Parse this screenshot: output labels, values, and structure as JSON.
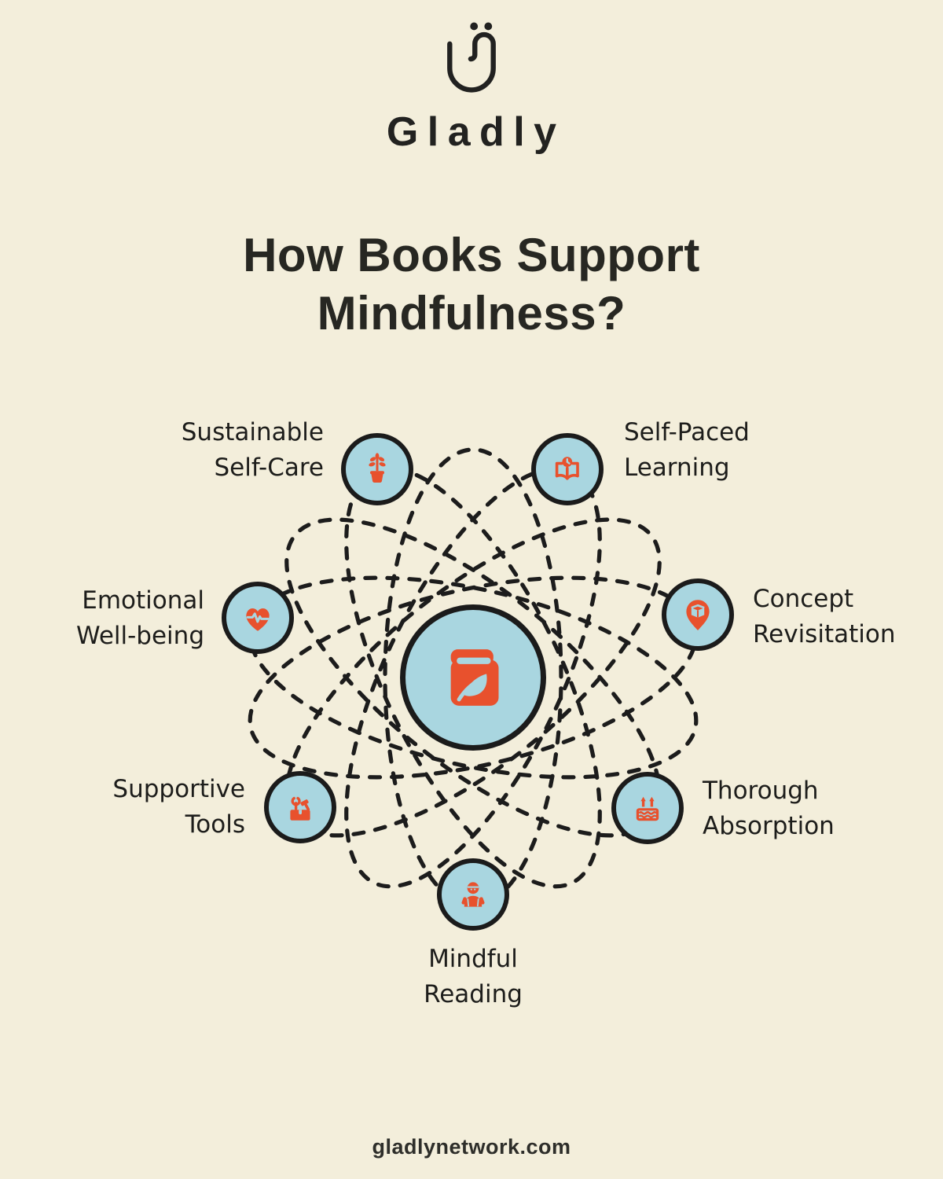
{
  "brand": {
    "name": "Gladly",
    "logo_icon": "gladly-mark-icon"
  },
  "title": {
    "line1": "How Books Support",
    "line2": "Mindfulness?"
  },
  "center_node": {
    "icon": "book-with-leaf-icon"
  },
  "nodes": [
    {
      "id": "sustainable-self-care",
      "line1": "Sustainable",
      "line2": "Self-Care",
      "icon": "potted-plant-icon"
    },
    {
      "id": "self-paced-learning",
      "line1": "Self-Paced",
      "line2": "Learning",
      "icon": "open-book-clock-icon"
    },
    {
      "id": "emotional-well-being",
      "line1": "Emotional",
      "line2": "Well-being",
      "icon": "heart-pulse-icon"
    },
    {
      "id": "concept-revisitation",
      "line1": "Concept",
      "line2": "Revisitation",
      "icon": "map-pin-book-icon"
    },
    {
      "id": "supportive-tools",
      "line1": "Supportive",
      "line2": "Tools",
      "icon": "toolbox-tools-icon"
    },
    {
      "id": "thorough-absorption",
      "line1": "Thorough",
      "line2": "Absorption",
      "icon": "sponge-arrows-icon"
    },
    {
      "id": "mindful-reading",
      "line1": "Mindful",
      "line2": "Reading",
      "icon": "meditating-reader-icon"
    }
  ],
  "footer": {
    "url": "gladlynetwork.com"
  },
  "colors": {
    "background": "#f3eedb",
    "node_fill": "#a9d6e0",
    "icon_accent": "#e8512d",
    "outline": "#1b1b1b",
    "text": "#1d1d1b"
  }
}
